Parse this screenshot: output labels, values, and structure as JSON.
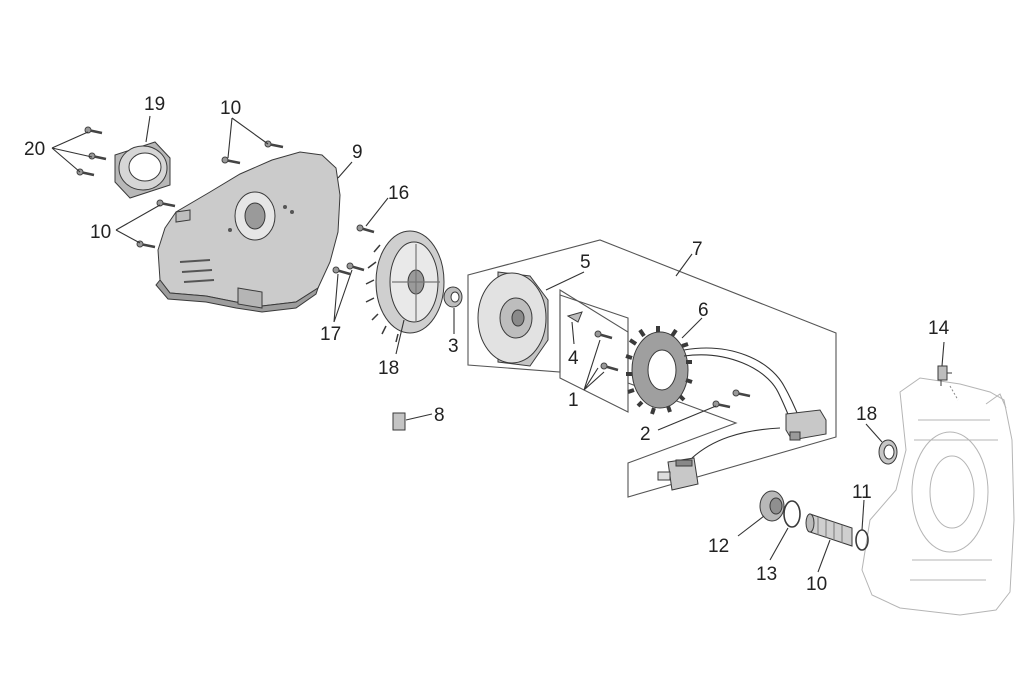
{
  "diagram": {
    "callouts": [
      {
        "id": "c1",
        "text": "1"
      },
      {
        "id": "c2",
        "text": "2"
      },
      {
        "id": "c3",
        "text": "3"
      },
      {
        "id": "c4",
        "text": "4"
      },
      {
        "id": "c5",
        "text": "5"
      },
      {
        "id": "c6",
        "text": "6"
      },
      {
        "id": "c7",
        "text": "7"
      },
      {
        "id": "c8",
        "text": "8"
      },
      {
        "id": "c9",
        "text": "9"
      },
      {
        "id": "c10a",
        "text": "10"
      },
      {
        "id": "c10b",
        "text": "10"
      },
      {
        "id": "c11",
        "text": "11"
      },
      {
        "id": "c12",
        "text": "12"
      },
      {
        "id": "c13",
        "text": "13"
      },
      {
        "id": "c14",
        "text": "14"
      },
      {
        "id": "c15",
        "text": "15"
      },
      {
        "id": "c16a",
        "text": "16"
      },
      {
        "id": "c16b",
        "text": "16"
      },
      {
        "id": "c17",
        "text": "17"
      },
      {
        "id": "c18",
        "text": "18"
      },
      {
        "id": "c19",
        "text": "19"
      },
      {
        "id": "c20",
        "text": "20"
      }
    ],
    "colors": {
      "part_fill": "#cfcfcf",
      "part_dark": "#8a8a8a",
      "ghost": "#b5b5b5",
      "line": "#333333"
    }
  }
}
